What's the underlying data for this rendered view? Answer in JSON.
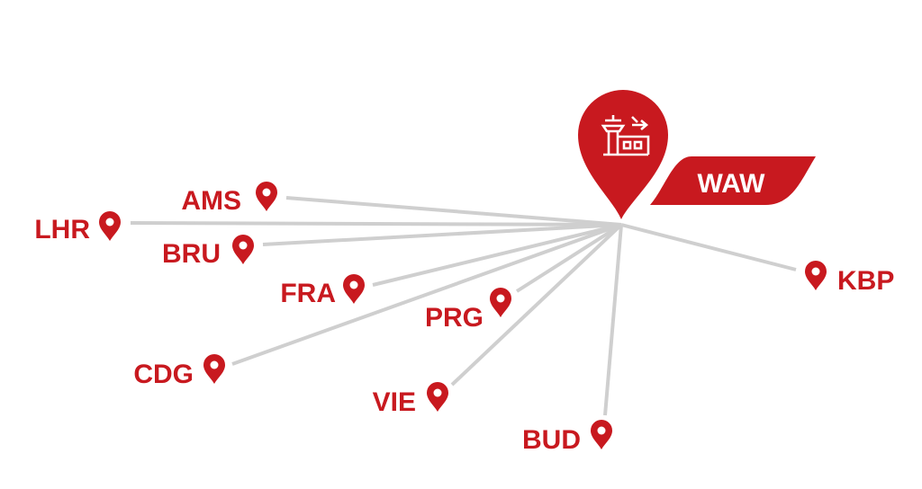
{
  "colors": {
    "accent": "#c8191f",
    "route": "#cfcfcf",
    "white": "#ffffff"
  },
  "hub": {
    "code": "WAW",
    "icon": "airport-tower-icon"
  },
  "destinations": [
    {
      "code": "AMS"
    },
    {
      "code": "LHR"
    },
    {
      "code": "BRU"
    },
    {
      "code": "FRA"
    },
    {
      "code": "PRG"
    },
    {
      "code": "CDG"
    },
    {
      "code": "VIE"
    },
    {
      "code": "BUD"
    },
    {
      "code": "KBP"
    }
  ]
}
